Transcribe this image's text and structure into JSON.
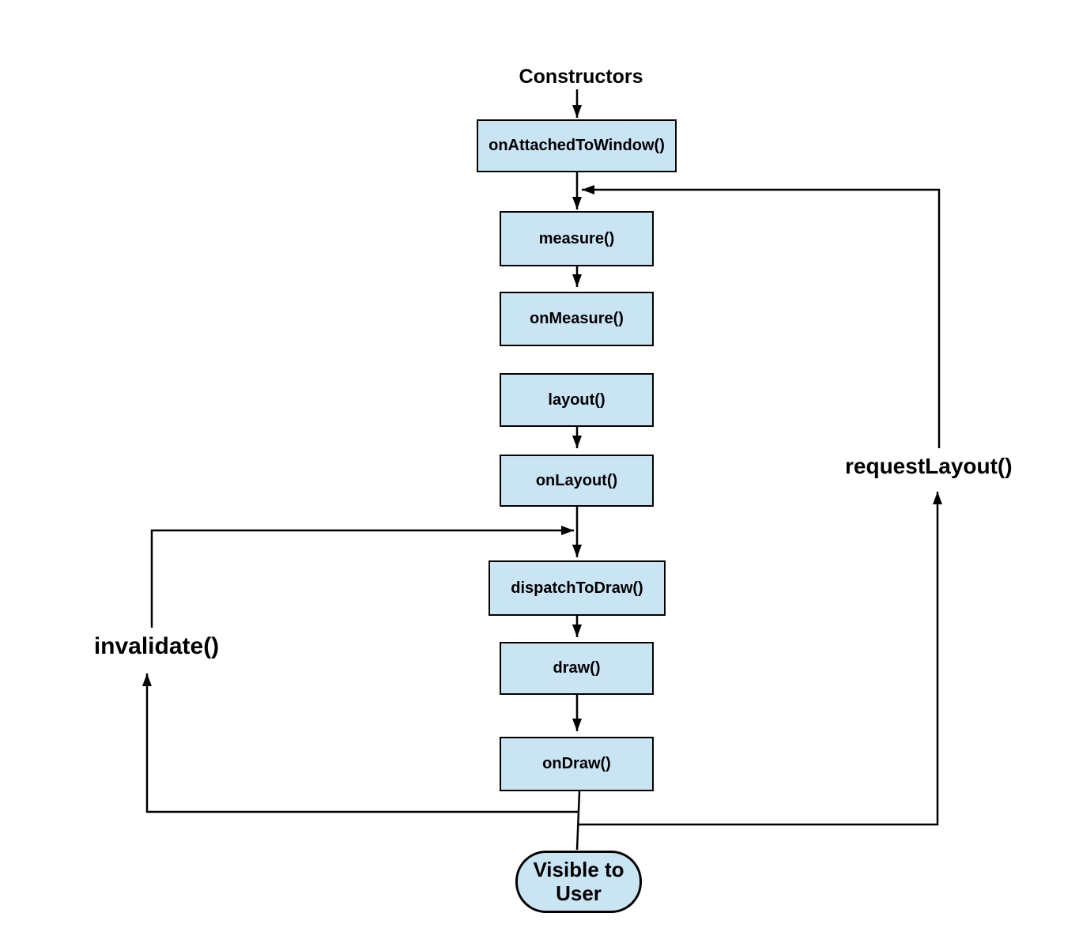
{
  "diagram": {
    "title": "Constructors",
    "boxes": [
      {
        "id": "onAttachedToWindow",
        "label": "onAttachedToWindow()"
      },
      {
        "id": "measure",
        "label": "measure()"
      },
      {
        "id": "onMeasure",
        "label": "onMeasure()"
      },
      {
        "id": "layout",
        "label": "layout()"
      },
      {
        "id": "onLayout",
        "label": "onLayout()"
      },
      {
        "id": "dispatchToDraw",
        "label": "dispatchToDraw()"
      },
      {
        "id": "draw",
        "label": "draw()"
      },
      {
        "id": "onDraw",
        "label": "onDraw()"
      }
    ],
    "terminal": {
      "label": "Visible to User"
    },
    "side_labels": {
      "invalidate": {
        "label": "invalidate()"
      },
      "request_layout": {
        "label": "requestLayout()"
      }
    },
    "colors": {
      "node_fill": "#c9e5f4",
      "node_border": "#000000",
      "connector": "#000000",
      "text": "#000000",
      "background": "#ffffff"
    }
  }
}
